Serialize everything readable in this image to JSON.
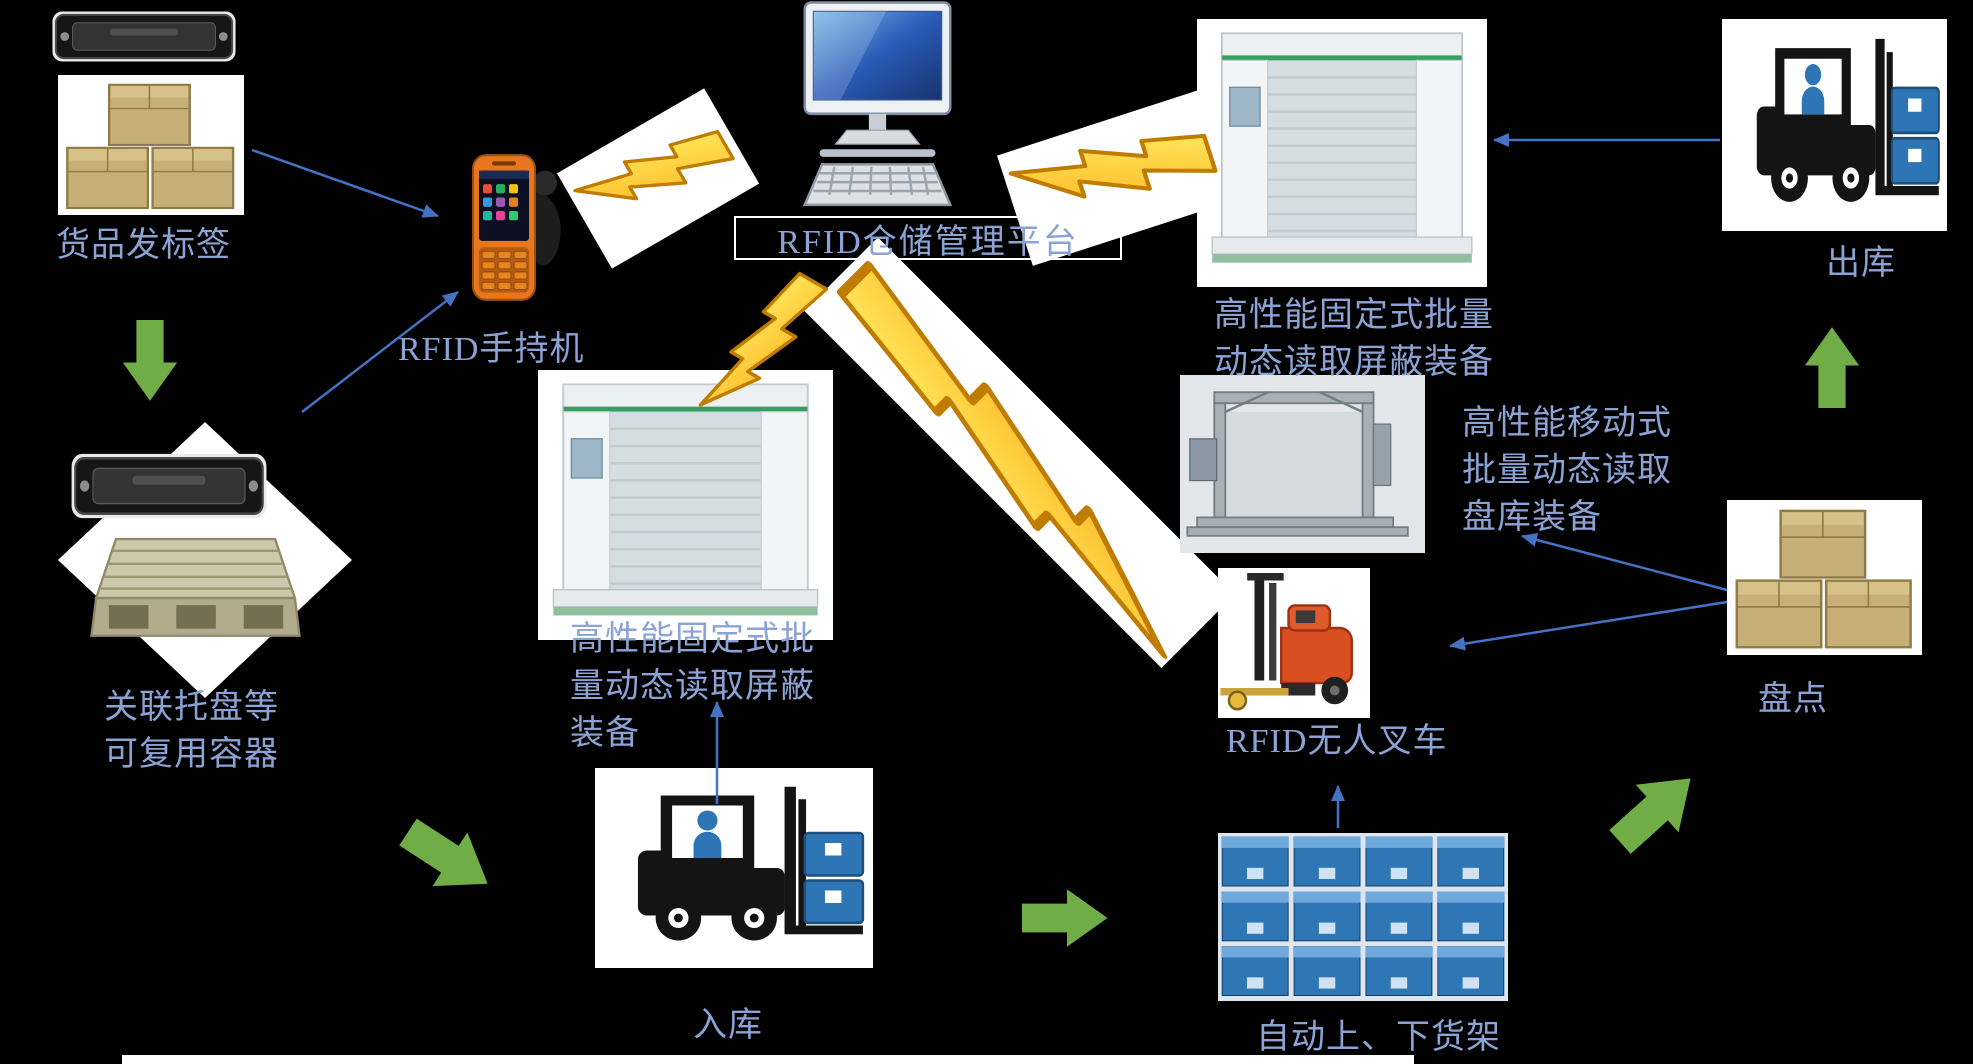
{
  "colors": {
    "background": "#000000",
    "label_text": "#8BA3D4",
    "connector_blue": "#4472C4",
    "flow_green": "#70AD47",
    "bolt_yellow": "#FFD83D",
    "bolt_outline": "#C07C00",
    "backdrop_white": "#FFFFFF"
  },
  "title": {
    "platform": "RFID仓储管理平台"
  },
  "labels": {
    "goods_tagging": "货品发标签",
    "handheld": "RFID手持机",
    "pallet": "关联托盘等\n可复用容器",
    "fixed_reader_left": "高性能固定式批\n量动态读取屏蔽\n装备",
    "inbound": "入库",
    "racks": "自动上、下货架",
    "agv": "RFID无人叉车",
    "mobile_reader": "高性能移动式\n批量动态读取\n盘库装备",
    "fixed_reader_right": "高性能固定式批量\n动态读取屏蔽装备",
    "outbound": "出库",
    "inventory": "盘点"
  },
  "icons": [
    "rfid-tag-icon",
    "cargo-boxes-icon",
    "pallet-icon",
    "handheld-reader-icon",
    "desktop-computer-icon",
    "reader-gate-icon",
    "gantry-reader-icon",
    "forklift-icon",
    "agv-forklift-icon",
    "storage-racks-icon",
    "lightning-bolt-icon",
    "flow-arrow-icon",
    "connector-arrow-icon",
    "diamond-backdrop"
  ]
}
